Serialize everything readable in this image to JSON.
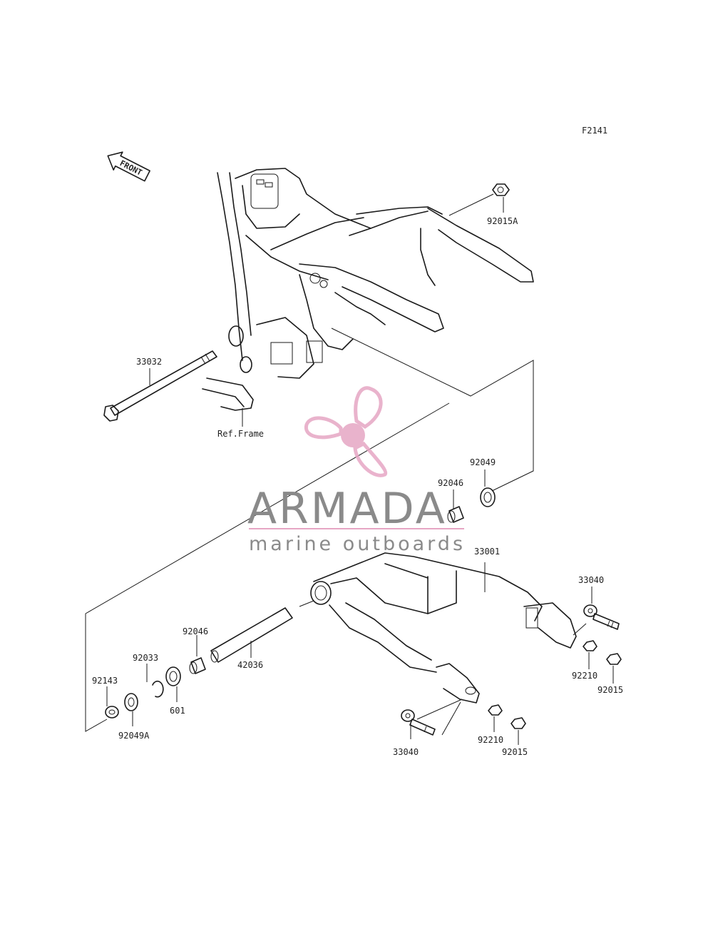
{
  "diagram": {
    "code": "F2141",
    "front_label": "FRONT",
    "ref_frame": "Ref.Frame"
  },
  "parts": {
    "p92015A": "92015A",
    "p33032": "33032",
    "p92049": "92049",
    "p92046_top": "92046",
    "p33001": "33001",
    "p33040_right": "33040",
    "p92210_right": "92210",
    "p92015_right": "92015",
    "p92046_left": "92046",
    "p42036": "42036",
    "p92033": "92033",
    "p92143": "92143",
    "p601": "601",
    "p92049A": "92049A",
    "p33040_bottom": "33040",
    "p92210_bottom": "92210",
    "p92015_bottom": "92015"
  },
  "watermark": {
    "title": "ARMADA",
    "subtitle": "marine outboards",
    "logo_color": "#e6a6c4",
    "text_color": "#8a8a8a"
  }
}
